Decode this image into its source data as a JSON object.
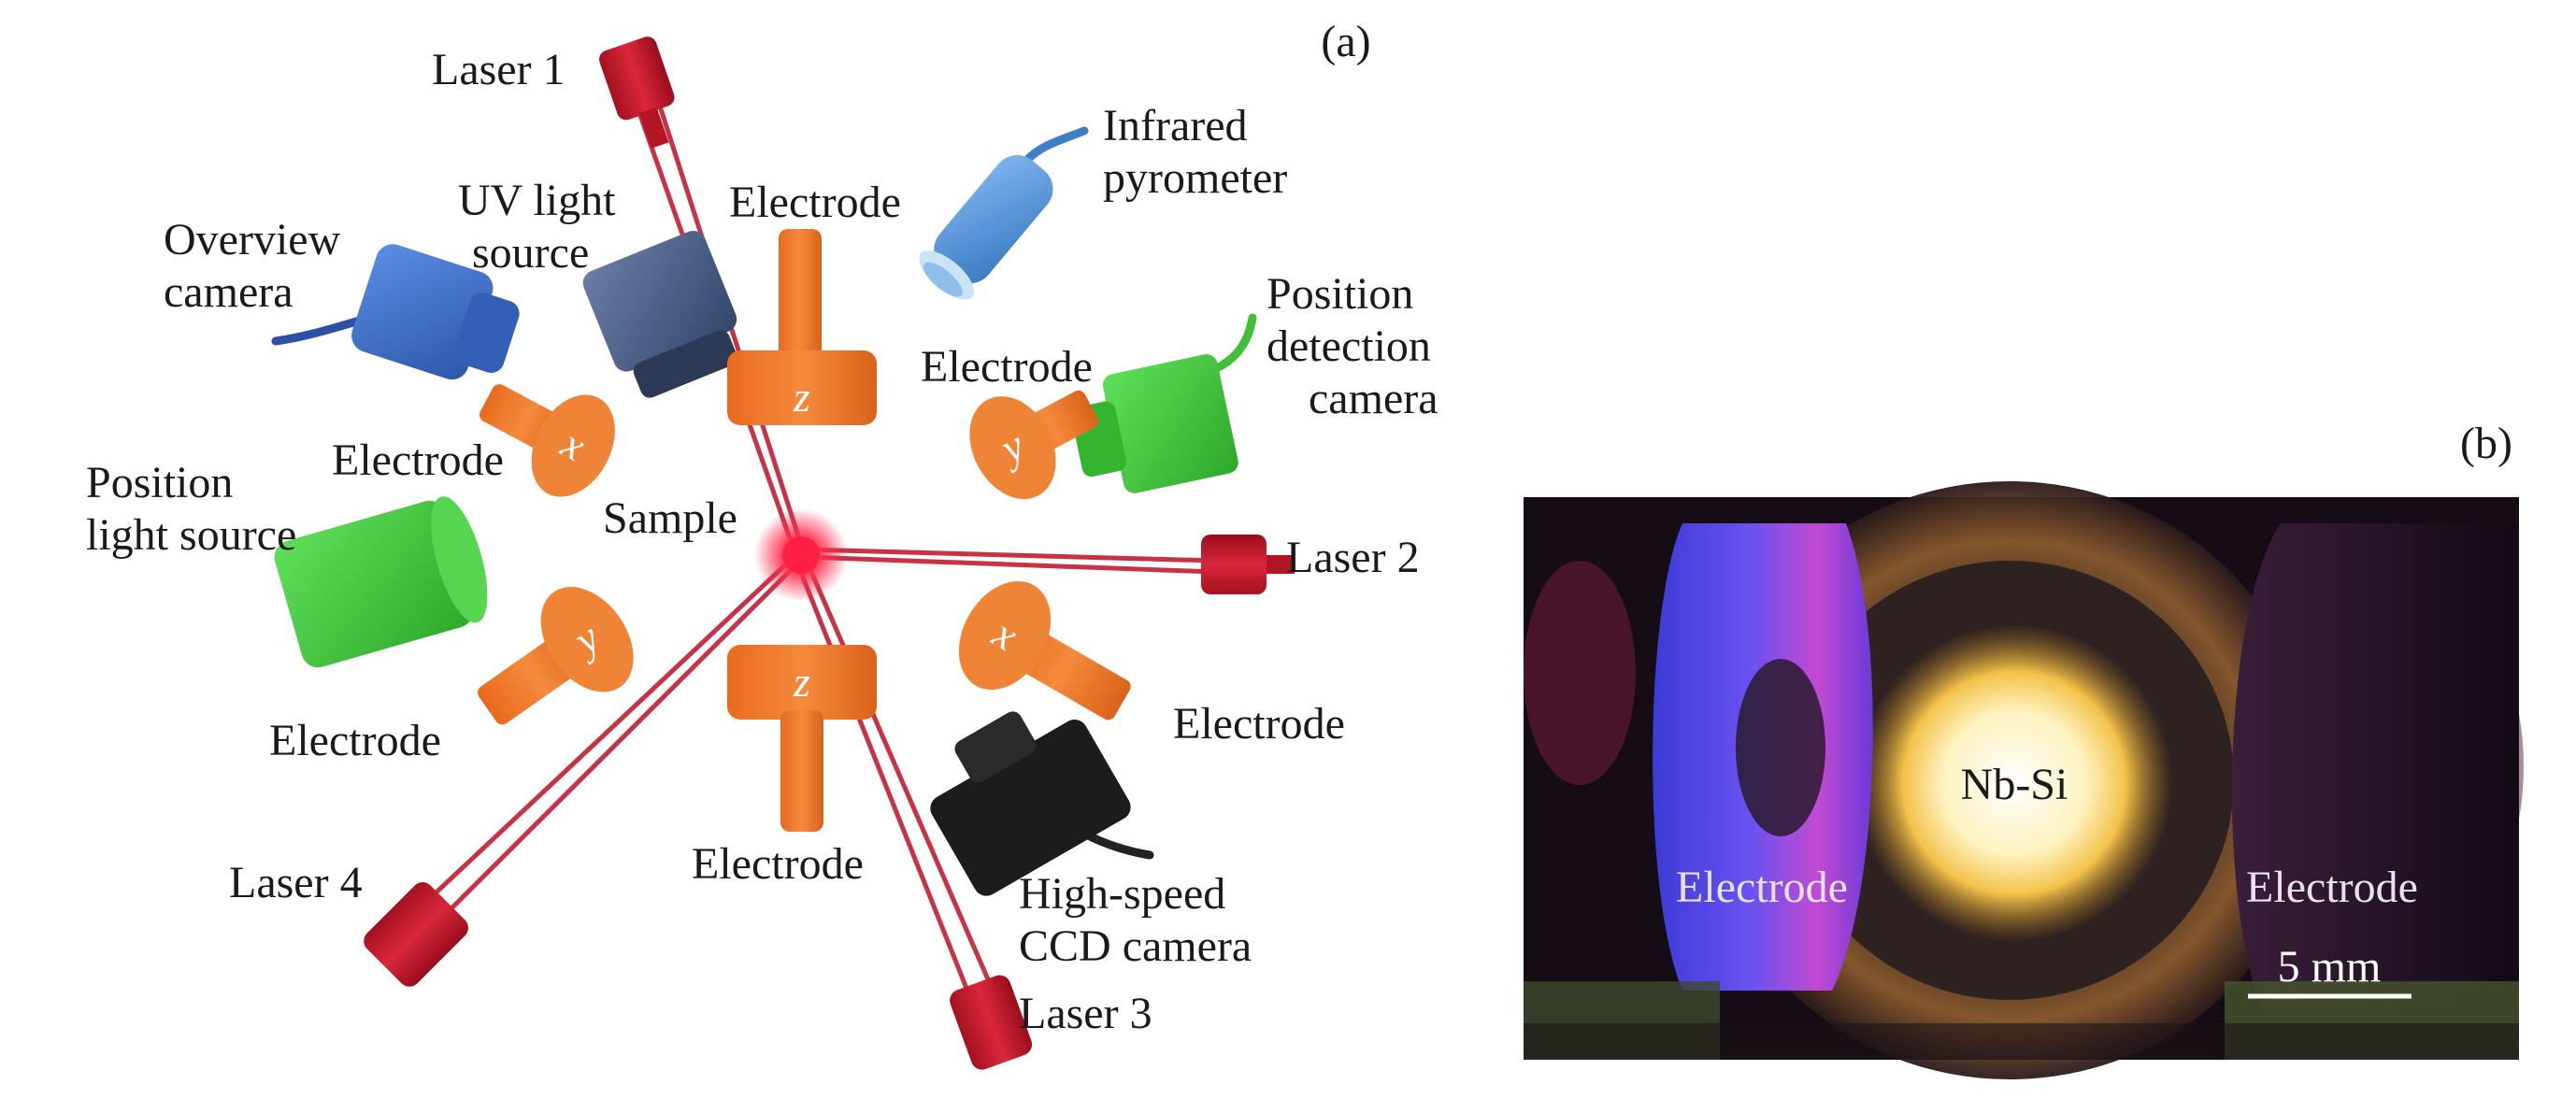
{
  "panel_a": {
    "tag": "(a)",
    "labels": {
      "laser1": "Laser 1",
      "laser2": "Laser 2",
      "laser3": "Laser 3",
      "laser4": "Laser 4",
      "uv_1": "UV light",
      "uv_2": "source",
      "overview_1": "Overview",
      "overview_2": "camera",
      "infrared_1": "Infrared",
      "infrared_2": "pyrometer",
      "posdet_1": "Position",
      "posdet_2": "detection",
      "posdet_3": "camera",
      "poslight_1": "Position",
      "poslight_2": "light source",
      "sample": "Sample",
      "ccd_1": "High-speed",
      "ccd_2": "CCD camera",
      "electrode": "Electrode"
    },
    "axes": {
      "x": "x",
      "y": "y",
      "z": "z"
    },
    "colors": {
      "laser": "#c0182a",
      "electrode": "#ee7a2c",
      "blue_device": "#3f6fc9",
      "infrared": "#4f8fd6",
      "green": "#3fbf3a",
      "uv": "#4b5f86",
      "ccd": "#1a1a1a",
      "sample": "#e8183a"
    }
  },
  "panel_b": {
    "tag": "(b)",
    "sample_label": "Nb-Si",
    "electrode_left": "Electrode",
    "electrode_right": "Electrode",
    "scale_bar": "5 mm"
  }
}
